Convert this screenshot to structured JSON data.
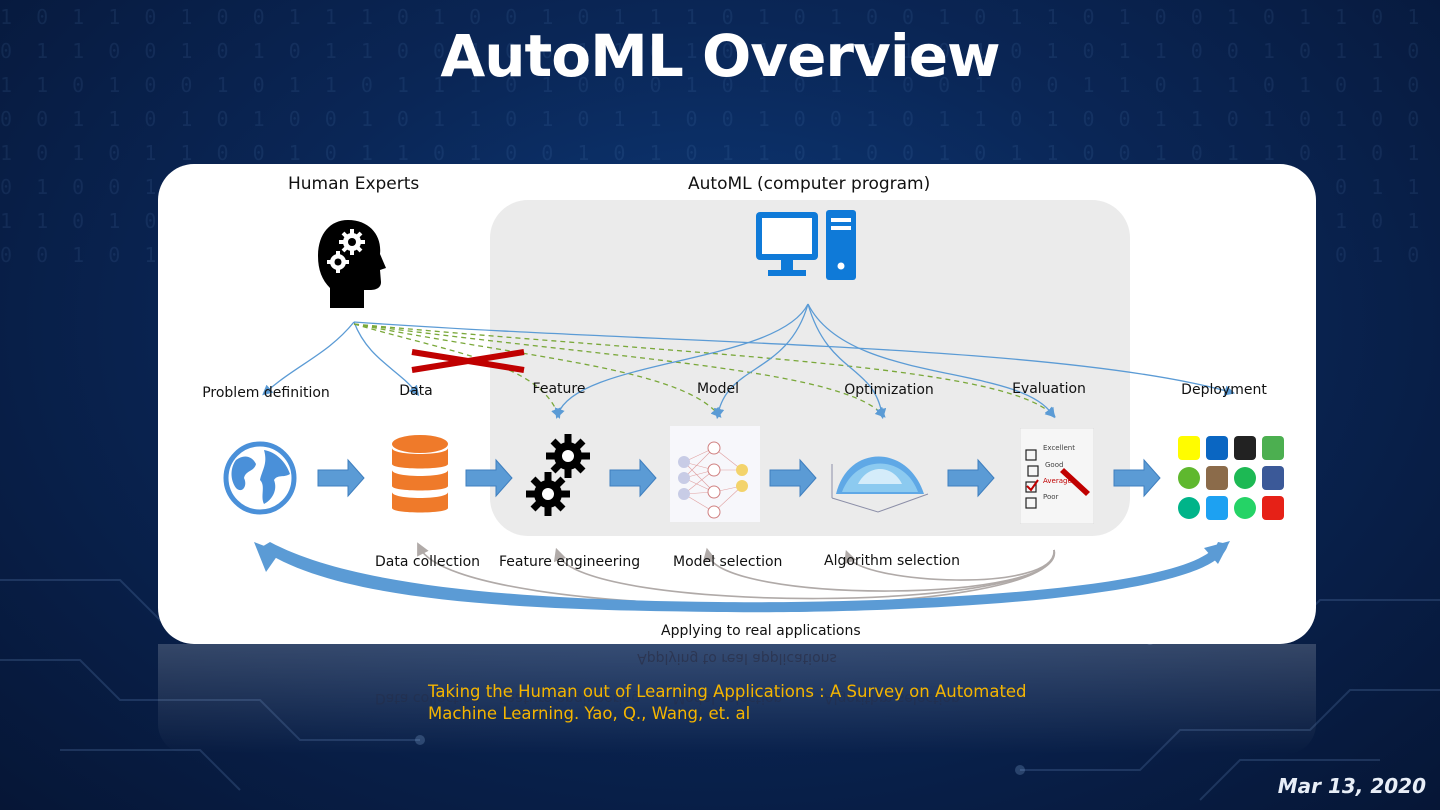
{
  "slide": {
    "title": "AutoML Overview",
    "date": "Mar 13, 2020",
    "citation_line1": "Taking the Human out of Learning Applications : A Survey on Automated",
    "citation_line2": "Machine Learning. Yao, Q., Wang, et. al"
  },
  "diagram": {
    "human_experts_label": "Human Experts",
    "automl_label": "AutoML (computer program)",
    "stages": [
      {
        "label": "Problem definition",
        "icon": "globe-icon"
      },
      {
        "label": "Data",
        "icon": "database-icon"
      },
      {
        "label": "Feature",
        "icon": "gears-icon"
      },
      {
        "label": "Model",
        "icon": "neural-network-icon"
      },
      {
        "label": "Optimization",
        "icon": "surface-plot-icon"
      },
      {
        "label": "Evaluation",
        "icon": "checklist-icon"
      },
      {
        "label": "Deployment",
        "icon": "app-icons-grid"
      }
    ],
    "sub_labels": {
      "data_collection": "Data collection",
      "feature_engineering": "Feature engineering",
      "model_selection": "Model selection",
      "algorithm_selection": "Algorithm selection"
    },
    "bottom_label": "Applying to real applications",
    "checklist": {
      "excellent": "Excellent",
      "good": "Good",
      "average": "Average",
      "poor": "Poor"
    },
    "colors": {
      "arrow_blue": "#5b9bd5",
      "computer_blue": "#0f7ad8",
      "database_orange": "#ef7a2a",
      "cross_red": "#c00000",
      "dashed_green": "#7aa83a",
      "return_gray": "#b0aaa8"
    }
  }
}
